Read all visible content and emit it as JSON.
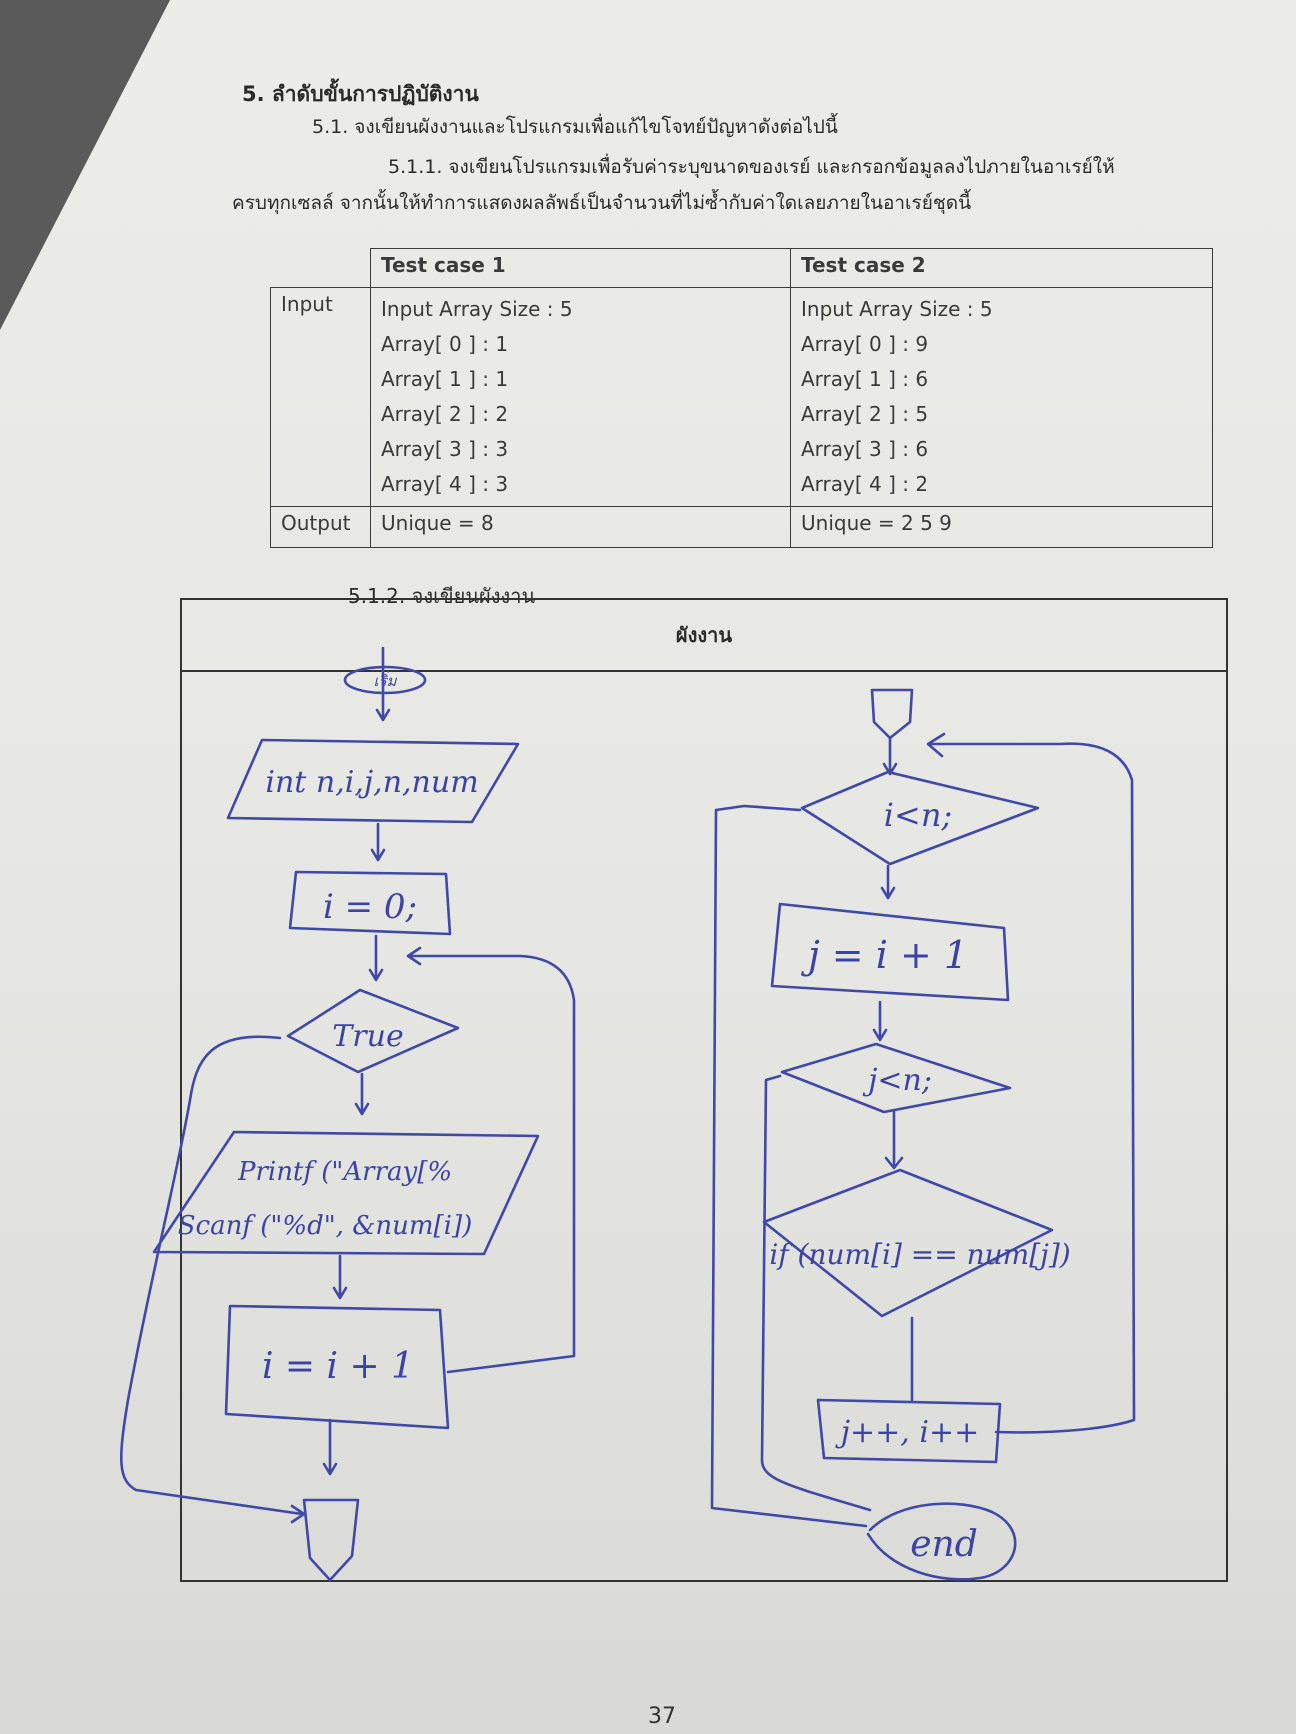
{
  "headings": {
    "section": "5. ลำดับขั้นการปฏิบัติงาน",
    "subsection": "5.1. จงเขียนผังงานและโปรแกรมเพื่อแก้ไขโจทย์ปัญหาดังต่อไปนี้",
    "subsubsection_line1": "5.1.1. จงเขียนโปรแกรมเพื่อรับค่าระบุขนาดของเรย์ และกรอกข้อมูลลงไปภายในอาเรย์ให้",
    "subsubsection_line2": "ครบทุกเซลล์ จากนั้นให้ทำการแสดงผลลัพธ์เป็นจำนวนที่ไม่ซ้ำกับค่าใดเลยภายในอาเรย์ชุดนี้",
    "flowchart_task": "5.1.2. จงเขียนผังงาน"
  },
  "test_table": {
    "col1_header": "Test case 1",
    "col2_header": "Test case 2",
    "row_input_label": "Input",
    "row_output_label": "Output",
    "case1_input": [
      "Input Array Size : 5",
      "Array[ 0 ] : 1",
      "Array[ 1 ] : 1",
      "Array[ 2 ] : 2",
      "Array[ 3 ] : 3",
      "Array[ 4 ] : 3"
    ],
    "case2_input": [
      "Input Array Size : 5",
      "Array[ 0 ] : 9",
      "Array[ 1 ] : 6",
      "Array[ 2 ] : 5",
      "Array[ 3 ] : 6",
      "Array[ 4 ] : 2"
    ],
    "case1_output": "Unique = 8",
    "case2_output": "Unique = 2 5 9"
  },
  "flowchart": {
    "header": "ผังงาน",
    "left": {
      "start": "เริ่ม",
      "declare": "int n,i,j,n,num",
      "init": "i = 0;",
      "condition": "True",
      "io_line1": "Printf (\"Array[%",
      "io_line2": "Scanf (\"%d\", &num[i])",
      "increment": "i = i + 1"
    },
    "right": {
      "cond_i": "i<n;",
      "assign_j": "j = i + 1",
      "cond_j": "j<n;",
      "cond_if": "if (num[i] == num[j])",
      "increment": "j++, i++",
      "end": "end"
    }
  },
  "page_number": "37"
}
